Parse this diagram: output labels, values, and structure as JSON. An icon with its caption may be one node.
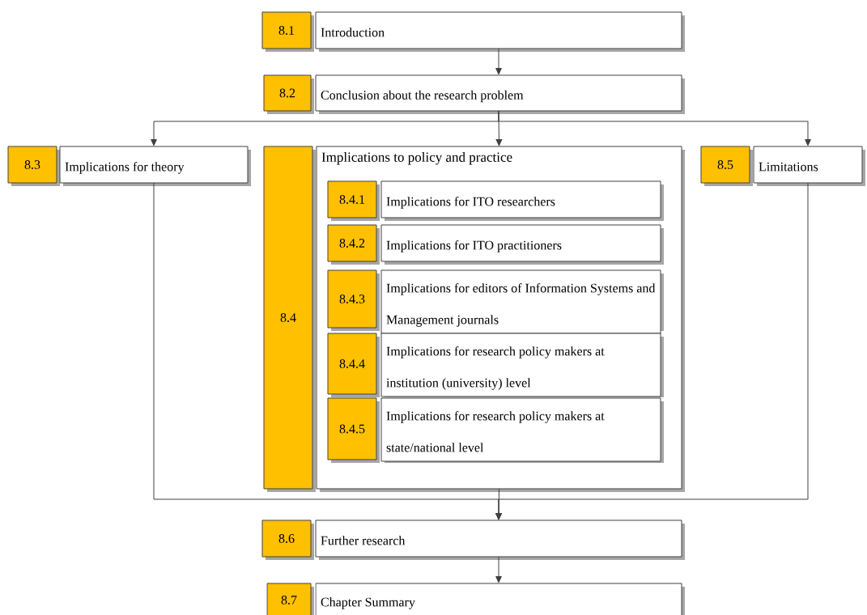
{
  "diagram": {
    "nodes": [
      {
        "text": [
          "8.1"
        ]
      },
      {
        "text": [
          "Introduction"
        ]
      },
      {
        "text": [
          "8.2"
        ]
      },
      {
        "text": [
          "Conclusion about the research problem"
        ]
      },
      {
        "text": [
          "8.3"
        ]
      },
      {
        "text": [
          "Implications for theory"
        ]
      },
      {
        "text": [
          "8.4"
        ]
      },
      {
        "text": [
          "Implications to policy and practice"
        ]
      },
      {
        "text": [
          "8.4.1"
        ],
        "in": 7
      },
      {
        "text": [
          "Implications for ITO researchers"
        ],
        "in": 7
      },
      {
        "text": [
          "8.4.2"
        ],
        "in": 7
      },
      {
        "text": [
          "Implications for ITO practitioners"
        ],
        "in": 7
      },
      {
        "text": [
          "8.4.3"
        ],
        "in": 7
      },
      {
        "text": [
          "Implications for editors of Information Systems and Management journals"
        ],
        "in": 7
      },
      {
        "text": [
          "8.4.4"
        ],
        "in": 7
      },
      {
        "text": [
          "Implications for research policy makers at institution (university) level"
        ],
        "in": 7
      },
      {
        "text": [
          "8.4.5"
        ],
        "in": 7
      },
      {
        "text": [
          "Implications for research policy makers at state/national level"
        ],
        "in": 7
      },
      {
        "text": [
          "8.5"
        ]
      },
      {
        "text": [
          "Limitations"
        ]
      },
      {
        "text": [
          "8.6"
        ]
      },
      {
        "text": [
          "Further research"
        ]
      },
      {
        "text": [
          "8.7"
        ]
      },
      {
        "text": [
          "Chapter Summary"
        ]
      }
    ],
    "edges": [
      {
        "from": 1,
        "to": 3,
        "arrow": "to"
      },
      {
        "from": 3,
        "to": 5,
        "arrow": "to"
      },
      {
        "from": 3,
        "to": 7,
        "arrow": "to"
      },
      {
        "from": 3,
        "to": 19,
        "arrow": "to"
      },
      {
        "from": 5,
        "to": 21,
        "arrow": "to"
      },
      {
        "from": 7,
        "to": 21,
        "arrow": "to"
      },
      {
        "from": 19,
        "to": 21,
        "arrow": "to"
      },
      {
        "from": 21,
        "to": 23,
        "arrow": "to"
      }
    ]
  }
}
